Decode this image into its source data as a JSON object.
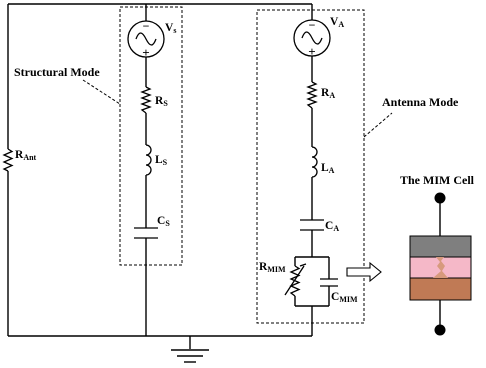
{
  "labels": {
    "structural_mode": "Structural Mode",
    "antenna_mode": "Antenna Mode",
    "mim_cell": "The MIM Cell",
    "r_ant": {
      "main": "R",
      "sub": "Ant"
    },
    "v_s": {
      "main": "V",
      "sub": "s"
    },
    "r_s": {
      "main": "R",
      "sub": "S"
    },
    "l_s": {
      "main": "L",
      "sub": "S"
    },
    "c_s": {
      "main": "C",
      "sub": "S"
    },
    "v_a": {
      "main": "V",
      "sub": "A"
    },
    "r_a": {
      "main": "R",
      "sub": "A"
    },
    "l_a": {
      "main": "L",
      "sub": "A"
    },
    "c_a": {
      "main": "C",
      "sub": "A"
    },
    "r_mim": {
      "main": "R",
      "sub": "MIM"
    },
    "c_mim": {
      "main": "C",
      "sub": "MIM"
    }
  },
  "source_polarity": {
    "negative": "−",
    "positive": "+"
  },
  "colors": {
    "mim_top_metal": "#7f7f7f",
    "mim_insulator": "#f5b8c8",
    "mim_filament": "#d79a7d",
    "mim_bottom_metal": "#c07a55",
    "terminal": "#000000"
  }
}
